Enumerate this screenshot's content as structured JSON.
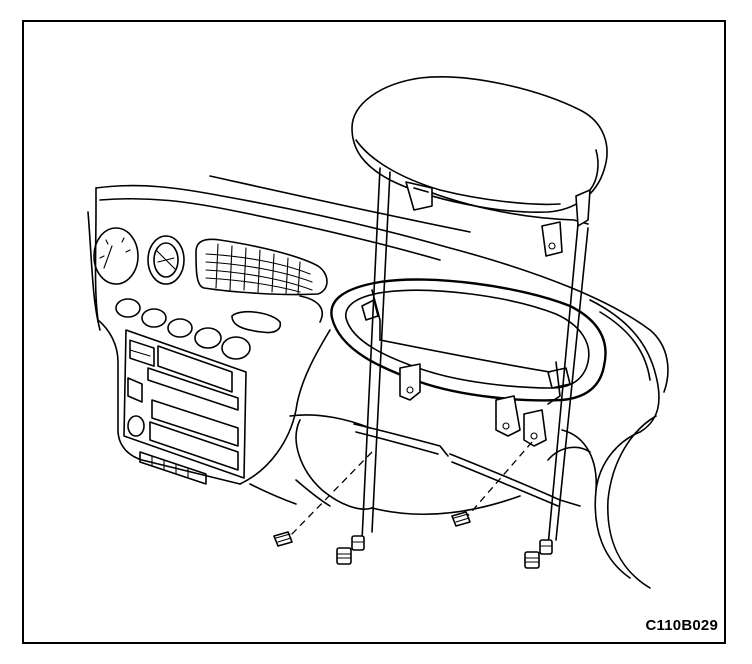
{
  "figure": {
    "code": "C110B029"
  },
  "icons": {
    "instrument_panel": "dashboard-line-art",
    "glove_box_door": "lid-line-art",
    "fasteners": "bolt-icon"
  }
}
